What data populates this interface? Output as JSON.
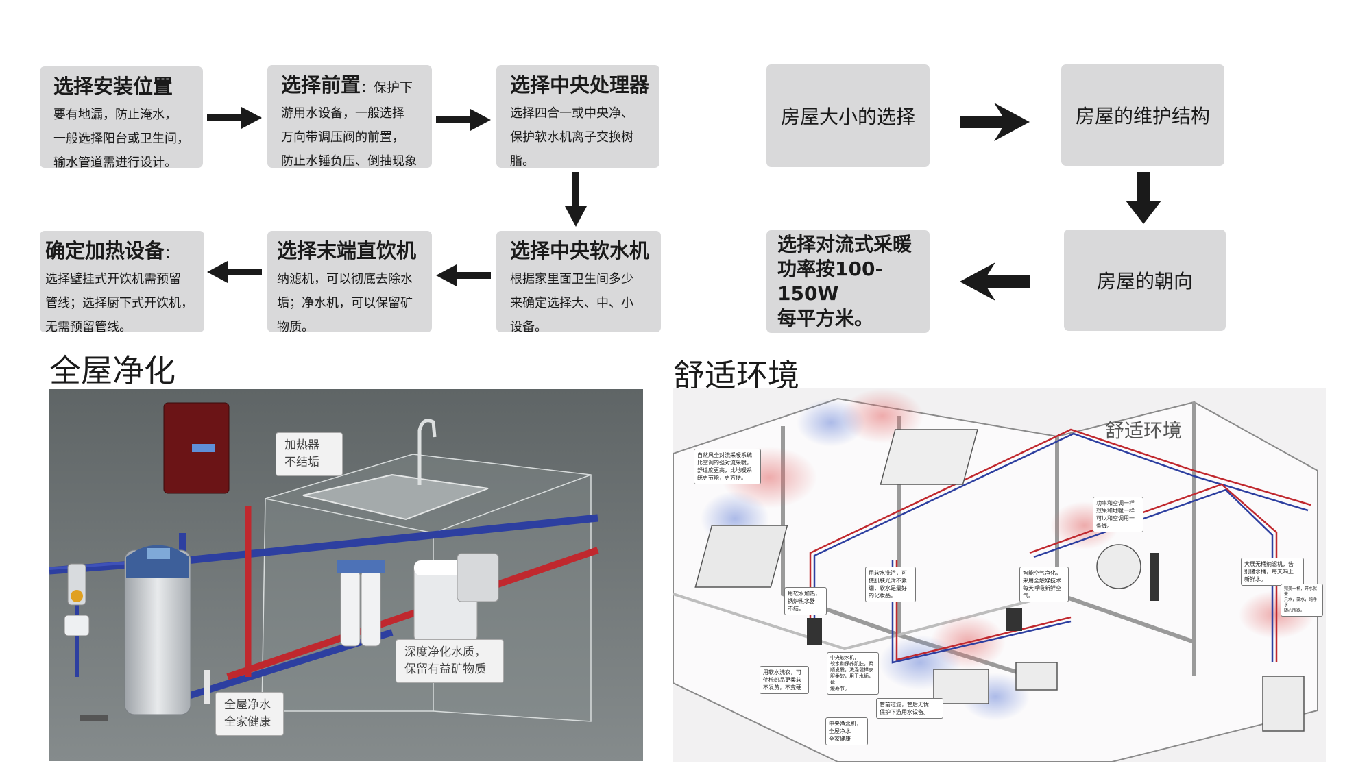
{
  "purification_flow": [
    {
      "title": "选择安装位置",
      "subtitle": "",
      "desc": "要有地漏，防止淹水，\n一般选择阳台或卫生间，\n输水管道需进行设计。"
    },
    {
      "title": "选择前置",
      "subtitle": "：保护下",
      "desc": "游用水设备，一般选择\n万向带调压阀的前置，\n防止水锤负压、倒抽现象"
    },
    {
      "title": "选择中央处理器",
      "subtitle": "",
      "desc": "选择四合一或中央净、\n保护软水机离子交换树\n脂。"
    },
    {
      "title": "选择中央软水机",
      "subtitle": "",
      "desc": "根据家里面卫生间多少\n来确定选择大、中、小\n设备。"
    },
    {
      "title": "选择末端直饮机",
      "subtitle": "",
      "desc": "纳滤机，可以彻底去除水\n垢；净水机，可以保留矿\n物质。"
    },
    {
      "title": "确定加热设备",
      "subtitle": "：",
      "desc": "选择壁挂式开饮机需预留\n管线；选择厨下式开饮机，\n无需预留管线。"
    }
  ],
  "heating_flow": [
    {
      "label": "房屋大小的选择"
    },
    {
      "label": "房屋的维护结构"
    },
    {
      "label": "房屋的朝向"
    },
    {
      "label": "选择对流式采暖\n功率按100-150W\n每平方米。"
    }
  ],
  "left_section": {
    "title": "全屋净化",
    "callouts": {
      "heater": "加热器\n不结垢",
      "deep": "深度净化水质，\n保留有益矿物质",
      "house": "全屋净水\n全家健康"
    }
  },
  "right_section": {
    "title": "舒适环境",
    "panel_label": "舒适环境",
    "notes": [
      "自然风全对流采暖系统\n比空调的强对流采暖，\n舒适度更高，比地暖系\n统更节能，更方便。",
      "功率和空调一样\n效果和地暖一样\n可以和空调用一\n条线。",
      "用软水洗浴，可\n使肌肤光滑不紧\n绷，软水是最好\n的化妆品。",
      "智能空气净化，\n采用全触媒技术\n每天呼吸新鲜空\n气。",
      "用软水加热，\n锅炉热水器\n不结。",
      "大展无桶纳滤机，告\n别储水桶，每天喝上\n新鲜水。",
      "完美一杯，开水就来\n只水，氯水，纯净水\n随心所欲。",
      "中央软水机，\n软水和保养肌肤，柔\n顺发质，洗涤健样衣\n服柔软，用于水垢，延\n缓寿节。",
      "用软水洗衣，可\n使梳织品更柔软\n不发黄，不变硬",
      "管前过滤，管后无忧\n保护下游用水设备。",
      "中央净水机，\n全屋净水\n全家健康"
    ]
  },
  "colors": {
    "box_bg": "#d9d9da",
    "arrow": "#1a1a1a",
    "hot_pipe": "#c0282e",
    "cold_pipe": "#2d3fa0",
    "scene_bg": "#6f7677"
  }
}
